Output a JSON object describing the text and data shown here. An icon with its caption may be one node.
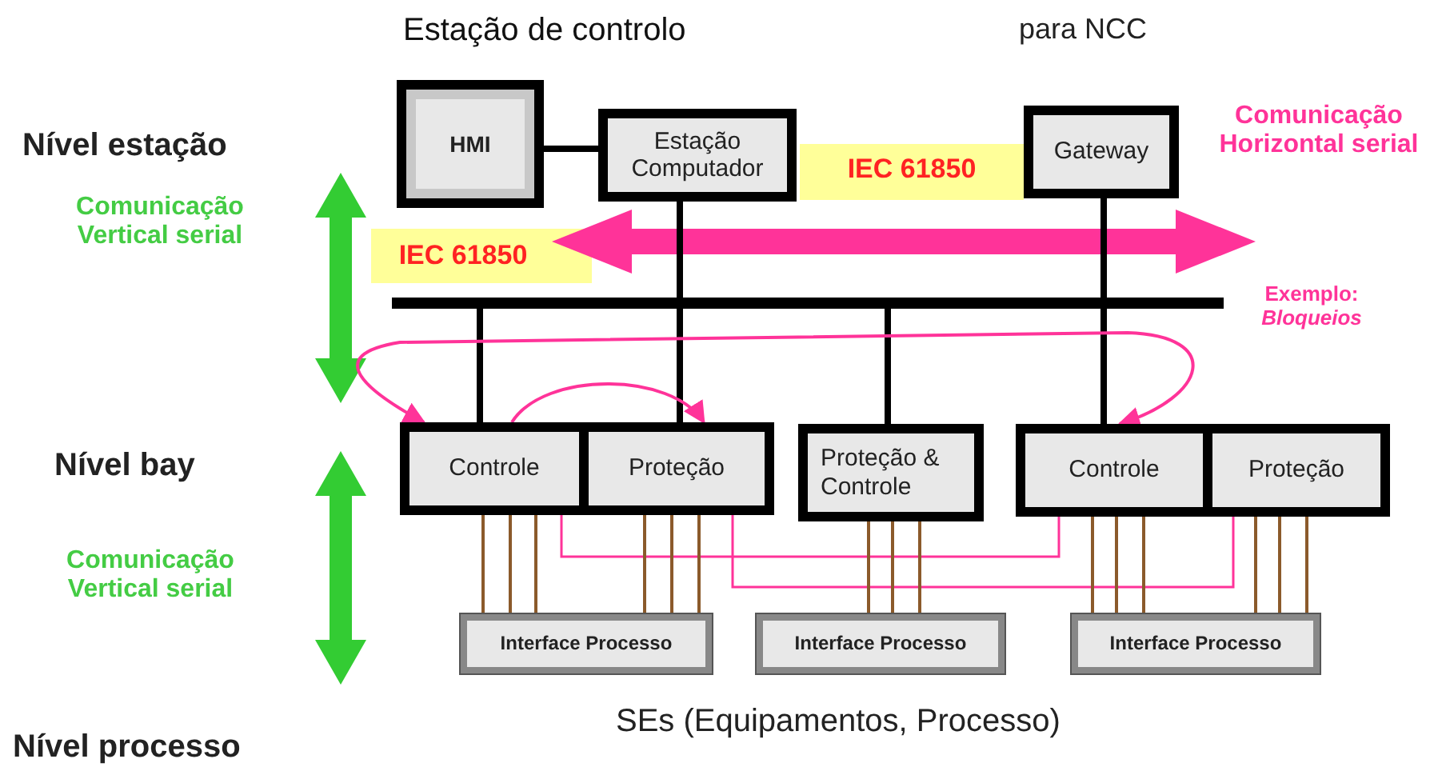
{
  "diagram": {
    "nodes": [
      {
        "text": [
          "HMI"
        ]
      },
      {
        "text": [
          "Estação Computador"
        ]
      },
      {
        "text": [
          "Gateway"
        ]
      },
      {
        "text": [],
        "shape": "bar"
      },
      {
        "text": [
          "Controle"
        ]
      },
      {
        "text": [
          "Proteção"
        ]
      },
      {
        "text": [
          "Proteção & Controle"
        ]
      },
      {
        "text": [
          "Controle"
        ]
      },
      {
        "text": [
          "Proteção"
        ]
      },
      {
        "text": [
          "Interface Processo"
        ]
      },
      {
        "text": [
          "Interface Processo"
        ]
      },
      {
        "text": [
          "Interface Processo"
        ]
      }
    ],
    "edges": [
      {
        "from": 0,
        "to": 1,
        "arrow": "none",
        "style": "thick"
      },
      {
        "from": 1,
        "to": 3,
        "arrow": "none",
        "style": "thick"
      },
      {
        "from": 2,
        "to": 3,
        "arrow": "none",
        "style": "thick"
      },
      {
        "from": 3,
        "to": 4,
        "arrow": "none",
        "style": "thick"
      },
      {
        "from": 3,
        "to": 5,
        "arrow": "none",
        "style": "thick"
      },
      {
        "from": 3,
        "to": 6,
        "arrow": "none",
        "style": "thick"
      },
      {
        "from": 3,
        "to": 7,
        "arrow": "none",
        "style": "thick"
      },
      {
        "from": 4,
        "to": 7,
        "arrow": "both",
        "color": "#ff3399"
      },
      {
        "from": 4,
        "to": 5,
        "arrow": "to",
        "color": "#ff3399"
      },
      {
        "from": 4,
        "to": 7,
        "arrow": "none",
        "color": "#ff3399"
      },
      {
        "from": 5,
        "to": 8,
        "arrow": "none",
        "color": "#ff3399"
      },
      {
        "from": 4,
        "to": 9,
        "arrow": "none",
        "color": "#8b5a2b"
      },
      {
        "from": 5,
        "to": 9,
        "arrow": "none",
        "color": "#8b5a2b"
      },
      {
        "from": 6,
        "to": 10,
        "arrow": "none",
        "color": "#8b5a2b"
      },
      {
        "from": 7,
        "to": 11,
        "arrow": "none",
        "color": "#8b5a2b"
      },
      {
        "from": 8,
        "to": 11,
        "arrow": "none",
        "color": "#8b5a2b"
      }
    ],
    "labels": [
      "Estação de controlo",
      "para NCC",
      "Nível estação",
      "Comunicação Horizontal serial",
      "IEC 61850",
      "Comunicação Vertical serial",
      "IEC 61850",
      "Exemplo: *Bloqueios*",
      "Nível bay",
      "Comunicação Vertical serial",
      "SEs (Equipamentos, Processo)",
      "Nível processo"
    ]
  }
}
